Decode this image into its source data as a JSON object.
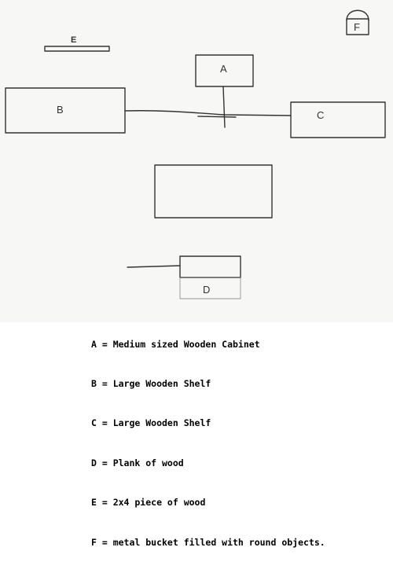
{
  "diagram": {
    "labels": {
      "a": "A",
      "b": "B",
      "c": "C",
      "d": "D",
      "e": "E",
      "f": "F"
    }
  },
  "legend": [
    "A = Medium sized Wooden Cabinet",
    "B = Large Wooden Shelf",
    "C = Large Wooden Shelf",
    "D = Plank of wood",
    "E = 2x4 piece of wood",
    "F = metal bucket filled with round objects."
  ],
  "colors": {
    "stroke": "#333333",
    "sketch_background": "#f7f7f5",
    "legend_background": "#ffffff"
  }
}
